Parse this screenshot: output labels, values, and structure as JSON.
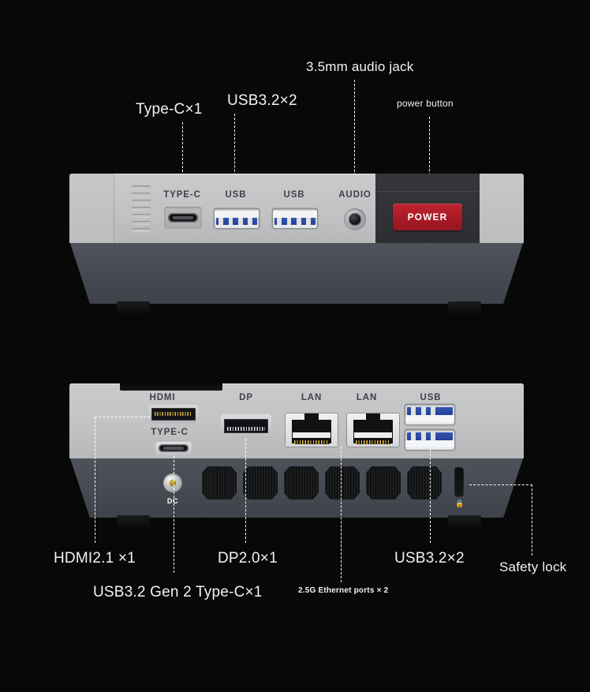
{
  "page": {
    "background": "#080808",
    "title": "Mini PC port layout diagram"
  },
  "palette": {
    "faceplate": "#c4c5c7",
    "body": "#4a4f57",
    "usb_blue": "#2a47a4",
    "power_red": "#a81b25",
    "label_text": "#f2f2f2",
    "silk_text": "#3e4146"
  },
  "front_panel": {
    "callouts": [
      {
        "id": "type-c",
        "text": "Type-C×1",
        "size": "lg"
      },
      {
        "id": "usb",
        "text": "USB3.2×2",
        "size": "lg"
      },
      {
        "id": "audio",
        "text": "3.5mm audio jack",
        "size": "md"
      },
      {
        "id": "power",
        "text": "power button",
        "size": "sm"
      }
    ],
    "port_labels": [
      {
        "id": "type-c",
        "text": "TYPE-C"
      },
      {
        "id": "usb1",
        "text": "USB"
      },
      {
        "id": "usb2",
        "text": "USB"
      },
      {
        "id": "audio",
        "text": "AUDIO"
      }
    ],
    "power_button_label": "POWER",
    "vent_slat_count": 7
  },
  "rear_panel": {
    "port_labels": [
      {
        "id": "hdmi",
        "text": "HDMI"
      },
      {
        "id": "dp",
        "text": "DP"
      },
      {
        "id": "lan1",
        "text": "LAN"
      },
      {
        "id": "lan2",
        "text": "LAN"
      },
      {
        "id": "usb",
        "text": "USB"
      },
      {
        "id": "type-c",
        "text": "TYPE-C"
      }
    ],
    "dc_label": "DC",
    "lock_icon": "🔒",
    "vent_count": 6,
    "callouts": [
      {
        "id": "hdmi",
        "text": "HDMI2.1 ×1",
        "size": "lg"
      },
      {
        "id": "typec",
        "text": "USB3.2 Gen 2 Type-C×1",
        "size": "lg"
      },
      {
        "id": "dp",
        "text": "DP2.0×1",
        "size": "lg"
      },
      {
        "id": "ethernet",
        "text": "2.5G Ethernet ports × 2",
        "size": "xs"
      },
      {
        "id": "usb",
        "text": "USB3.2×2",
        "size": "lg"
      },
      {
        "id": "safety",
        "text": "Safety lock",
        "size": "md"
      }
    ]
  }
}
